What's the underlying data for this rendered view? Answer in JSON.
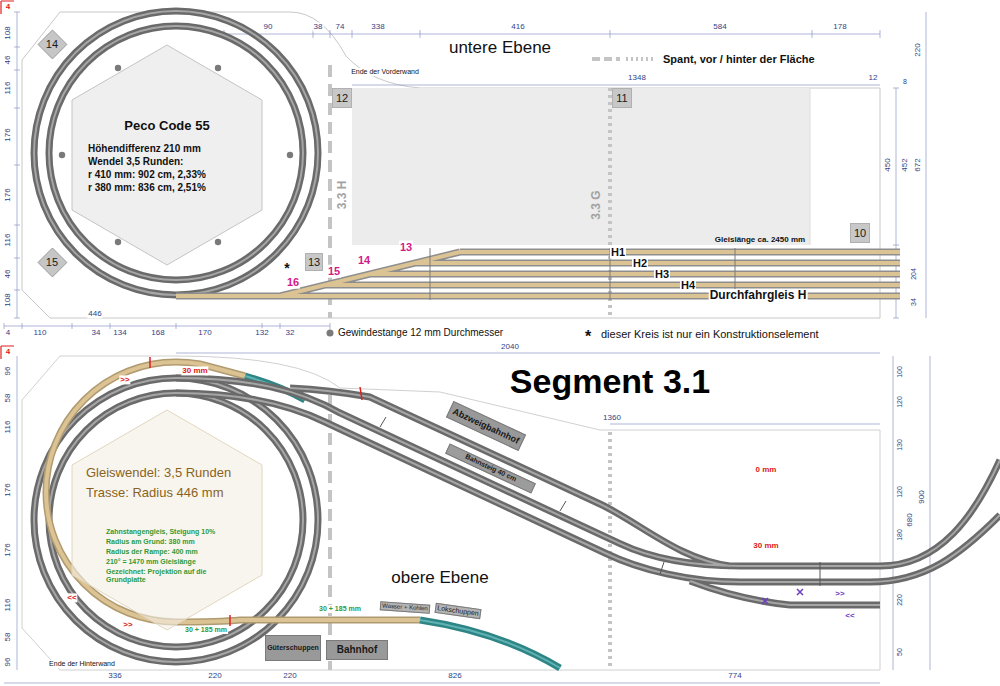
{
  "diagram": {
    "title": "Segment 3.1",
    "nodes": [
      {
        "text": [
          "14"
        ]
      },
      {
        "text": [
          "15"
        ]
      },
      {
        "text": [
          "Peco Code 55",
          "Höhendifferenz 210 mm",
          "Wendel 3,5 Runden:",
          "r 410 mm: 902 cm, 2,33%",
          "r 380 mm: 836 cm, 2,51%"
        ]
      },
      {
        "text": [
          "12"
        ]
      },
      {
        "text": [
          "11"
        ]
      },
      {
        "text": [
          "13"
        ]
      },
      {
        "text": [
          "10"
        ]
      },
      {
        "text": [
          "Gleiswendel: 3,5 Runden",
          "Trasse: Radius 446 mm",
          "Zahnstangengleis, Steigung 10%",
          "Radius am Grund: 380 mm",
          "Radius der Rampe: 400 mm",
          "210° = 1470 mm Gleislänge",
          "Gezeichnet: Projektion auf die Grundplatte"
        ]
      },
      {
        "text": [
          "Abzweigbahnhof"
        ]
      },
      {
        "text": [
          "Bahnsteig 40 cm"
        ]
      },
      {
        "text": [
          "Wasser + Kohlen"
        ]
      },
      {
        "text": [
          "Lokschuppen"
        ]
      },
      {
        "text": [
          "Güterschuppen"
        ]
      },
      {
        "text": [
          "Bahnhof"
        ]
      }
    ],
    "labels": [
      "4",
      "90",
      "38",
      "74",
      "338",
      "416",
      "584",
      "178",
      "108",
      "46",
      "116",
      "176",
      "176",
      "116",
      "46",
      "108",
      "untere Ebene",
      "Ende der Vorderwand",
      "1348",
      "12",
      "220",
      "8",
      "450",
      "452",
      "672",
      "204",
      "34",
      "3.3 H",
      "3.3 G",
      "Gleislänge ca. 2450 mm",
      "H1",
      "H2",
      "H3",
      "H4",
      "Durchfahrgleis H",
      "13",
      "14",
      "15",
      "16",
      "*",
      "446",
      "4",
      "110",
      "34",
      "134",
      "168",
      "170",
      "132",
      "32",
      "*",
      "dieser Kreis ist nur ein Konstruktionselement",
      "4",
      "2040",
      "96",
      "58",
      "116",
      "176",
      "176",
      "116",
      "58",
      "96",
      "1360",
      "100",
      "120",
      "130",
      "120",
      "180",
      "220",
      "50",
      "900",
      "680",
      "30 mm",
      ">>",
      "<<",
      ">>",
      "30 + 185 mm",
      "30 + 185 mm",
      "obere Ebene",
      "Ende der Hinterwand",
      "336",
      "220",
      "220",
      "826",
      "774",
      "0 mm",
      "30 mm",
      ">>",
      "<<"
    ],
    "legend": [
      {
        "text": "Spant, vor / hinter der Fläche"
      },
      {
        "text": "Gewindestange 12 mm Durchmesser"
      }
    ]
  }
}
